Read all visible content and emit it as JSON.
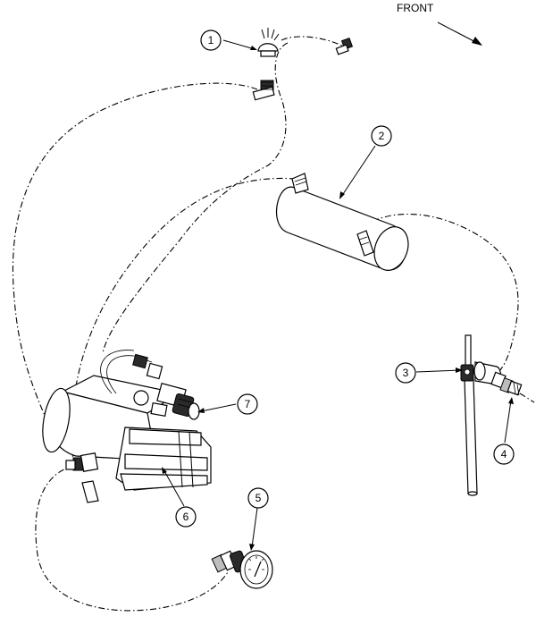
{
  "front_label": "FRONT",
  "callouts": [
    {
      "number": "1",
      "part": "air-intake-filter"
    },
    {
      "number": "2",
      "part": "air-tank"
    },
    {
      "number": "3",
      "part": "mounting-clamp"
    },
    {
      "number": "4",
      "part": "hose-fitting"
    },
    {
      "number": "5",
      "part": "pressure-gauge"
    },
    {
      "number": "6",
      "part": "air-compressor"
    },
    {
      "number": "7",
      "part": "pressure-switch"
    }
  ]
}
